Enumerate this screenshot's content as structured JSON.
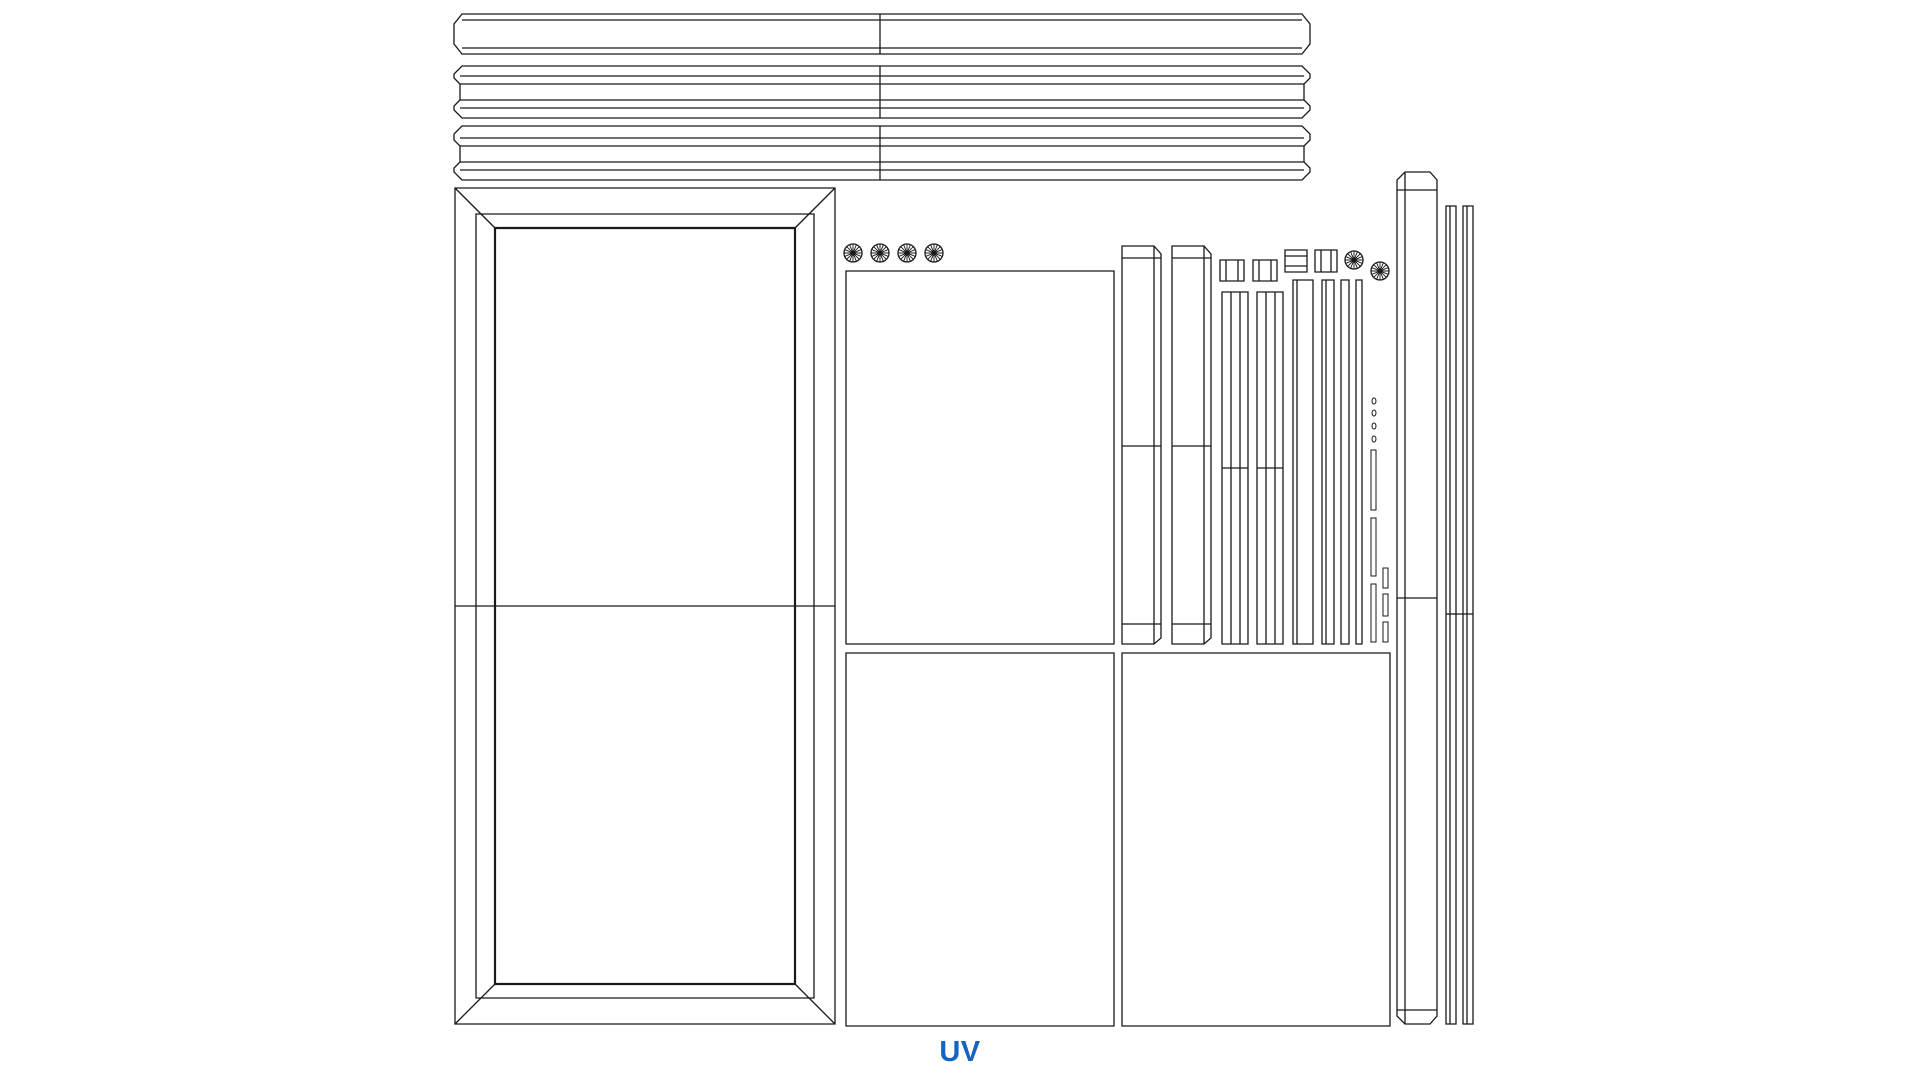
{
  "caption": "UV",
  "colors": {
    "caption": "#1565c0",
    "stroke": "#1a1a1a",
    "background": "#ffffff"
  },
  "shells": {
    "trim_bars": 3,
    "door_panel": 1,
    "large_squares": 3,
    "rosettes": 6,
    "posts": 2,
    "thin_rails": 8,
    "tall_strip": 1,
    "small_blocks": 4
  }
}
